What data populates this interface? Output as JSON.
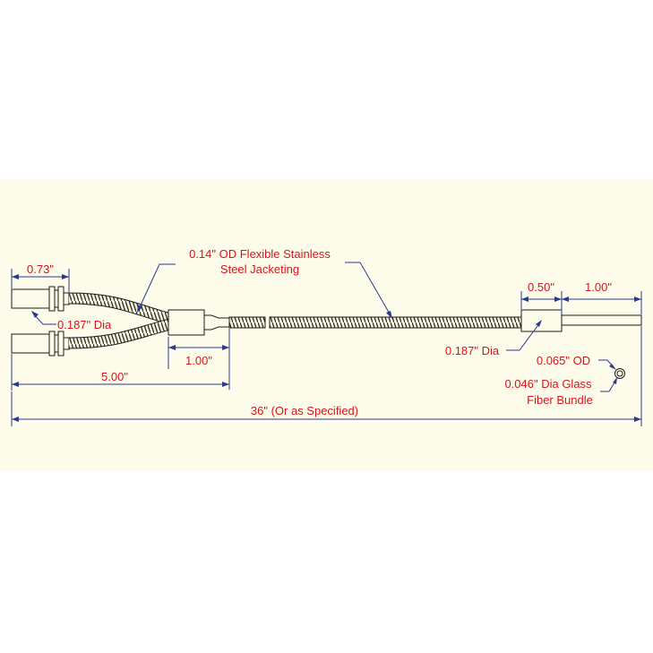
{
  "colors": {
    "background": "#fdfbea",
    "page": "#ffffff",
    "dimension_line": "#2a3a8f",
    "label_text": "#d4161c",
    "outline": "#1c1c1c"
  },
  "labels": {
    "jacket_line1": "0.14\" OD Flexible Stainless",
    "jacket_line2": "Steel Jacketing",
    "dim_073": "0.73\"",
    "dia_left": "0.187\" Dia",
    "dim_100_left": "1.00\"",
    "dim_500": "5.00\"",
    "dim_050": "0.50\"",
    "dim_100_right": "1.00\"",
    "dia_right": "0.187\" Dia",
    "od_065": "0.065\" OD",
    "bundle_line1": "0.046\" Dia Glass",
    "bundle_line2": "Fiber Bundle",
    "overall": "36\" (Or as Specified)"
  }
}
